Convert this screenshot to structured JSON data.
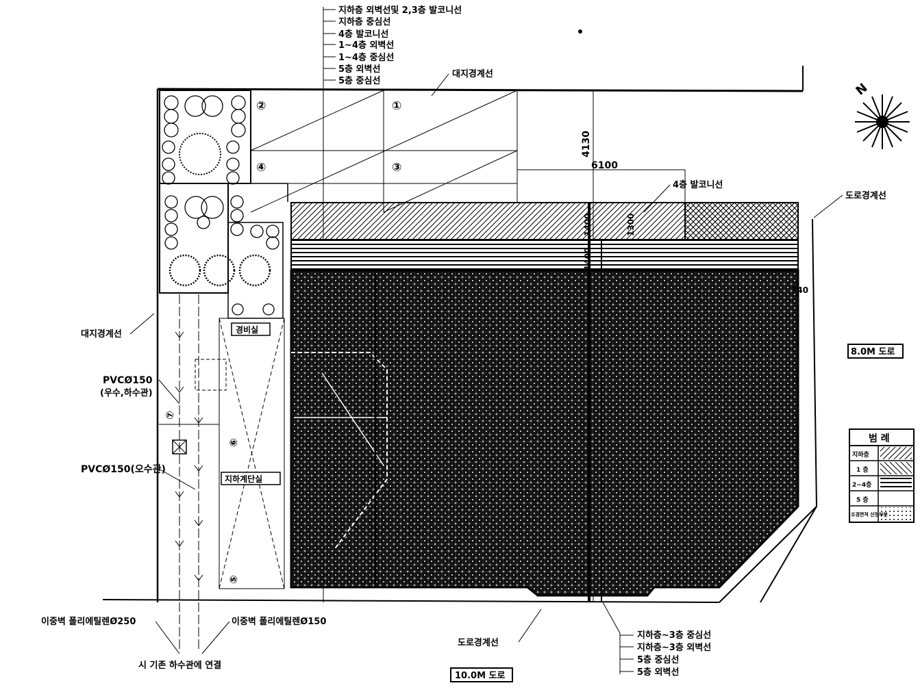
{
  "top_callouts": [
    "지하층 외벽선및 2,3층 발코니선",
    "지하층 중심선",
    "4층 발코니선",
    "1~4층 외벽선",
    "1~4층 중심선",
    "5층 외벽선",
    "5층 중심선"
  ],
  "labels": {
    "site_boundary_top": "대지경계선",
    "site_boundary_left": "대지경계선",
    "road_boundary_right": "도로경계선",
    "road_boundary_bottom": "도로경계선",
    "balcony_4f": "4층 발코니선",
    "pvc_rain_line1": "PVCØ150",
    "pvc_rain_line2": "(우수,하수관)",
    "pvc_sewage": "PVCØ150(오수관)",
    "pipe_250": "이중벽 폴리에틸렌Ø250",
    "pipe_150": "이중벽 폴리에틸렌Ø150",
    "city_connect": "시 기존 하수관에 연결",
    "road_8m": "8.0M 도로",
    "road_10m": "10.0M 도로",
    "parking_box": "경비실",
    "underground_box": "지하계단실",
    "north": "N"
  },
  "dimensions": {
    "d4130": "4130",
    "d6100": "6100",
    "d1400": "1400",
    "d1400b": "1400",
    "d1300": "1300",
    "d740": "740"
  },
  "circled_numbers": [
    "①",
    "②",
    "③",
    "④",
    "⑤",
    "⑥",
    "⑦"
  ],
  "bottom_callouts": [
    "지하층~3층 중심선",
    "지하층~3층 외벽선",
    "5층 중심선",
    "5층 외벽선"
  ],
  "legend": {
    "title": "범 례",
    "rows": [
      "지하층",
      "1 층",
      "2~4층",
      "5 층",
      "조경면적 산정부분"
    ]
  }
}
